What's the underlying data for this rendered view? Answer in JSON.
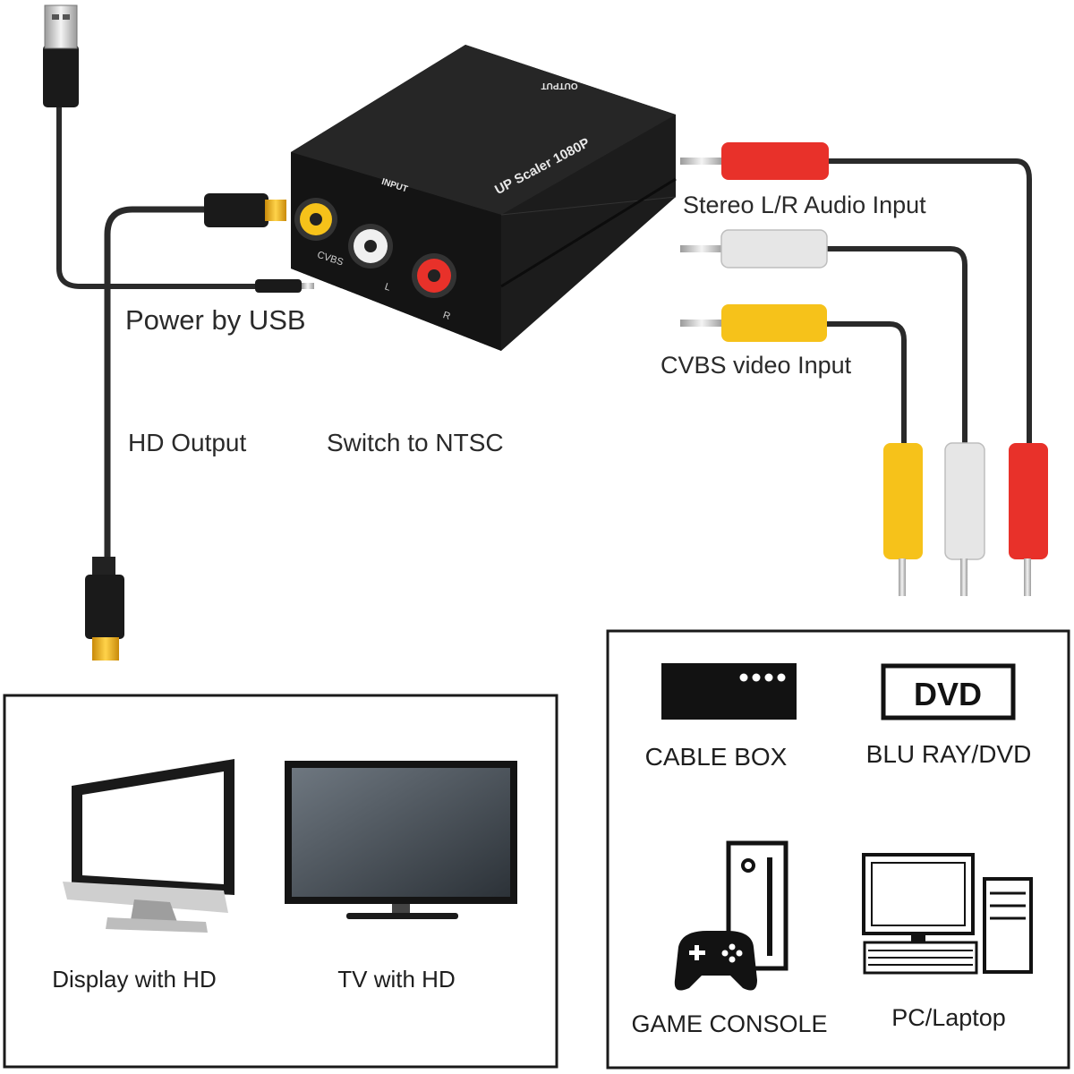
{
  "device": {
    "top_label": "UP Scaler 1080P",
    "output_label": "OUTPUT",
    "input_label": "INPUT",
    "port_cvbs": "CVBS",
    "port_l": "L",
    "port_r": "R"
  },
  "labels": {
    "power": "Power by USB",
    "hd_output": "HD Output",
    "ntsc": "Switch to NTSC",
    "audio_input": "Stereo L/R Audio Input",
    "video_input": "CVBS video Input"
  },
  "output_panel": {
    "items": [
      {
        "label": "Display with HD",
        "icon": "monitor-icon"
      },
      {
        "label": "TV with HD",
        "icon": "tv-icon"
      }
    ]
  },
  "source_panel": {
    "items": [
      {
        "label": "CABLE BOX",
        "icon": "cable-box-icon"
      },
      {
        "label": "BLU RAY/DVD",
        "icon": "dvd-icon",
        "badge": "DVD"
      },
      {
        "label": "GAME CONSOLE",
        "icon": "game-console-icon"
      },
      {
        "label": "PC/Laptop",
        "icon": "pc-icon"
      }
    ]
  },
  "colors": {
    "device_body": "#1c1c1c",
    "rca_red": "#e8312a",
    "rca_white": "#e6e6e6",
    "rca_yellow": "#f6c21a",
    "cable": "#2a2a2a",
    "gold": "#f2b21b"
  }
}
